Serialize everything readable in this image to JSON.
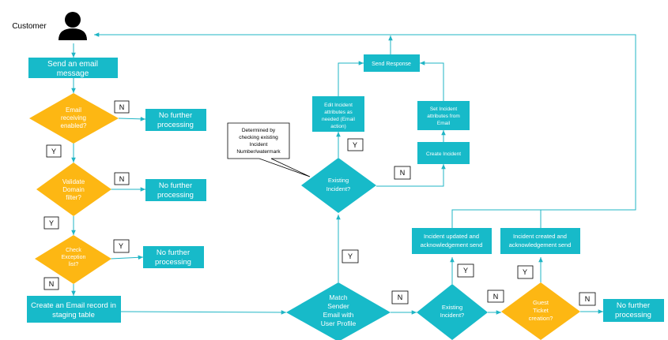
{
  "actor": {
    "label": "Customer"
  },
  "nodes": {
    "send_email": [
      "Send an email",
      "message"
    ],
    "email_enabled": [
      "Email",
      "receiving",
      "enabled?"
    ],
    "validate_domain": [
      "Validate",
      "Domain",
      "filter?"
    ],
    "check_exception": [
      "Check",
      "Exception",
      "list?"
    ],
    "create_record": [
      "Create an Email record in",
      "staging table"
    ],
    "no_further_1": [
      "No further",
      "processing"
    ],
    "no_further_2": [
      "No further",
      "processing"
    ],
    "no_further_3": [
      "No further",
      "processing"
    ],
    "no_further_4": [
      "No further",
      "processing"
    ],
    "match_sender": [
      "Match",
      "Sender",
      "Email with",
      "User Profile"
    ],
    "existing_incident_top": [
      "Existing",
      "Incident?"
    ],
    "existing_incident_bottom": [
      "Existing",
      "Incident?"
    ],
    "guest_ticket": [
      "Guest",
      "Ticket",
      "creation?"
    ],
    "edit_incident": [
      "Edit Incident",
      "attributes as",
      "needed (Email",
      "action)"
    ],
    "send_response": [
      "Send Response"
    ],
    "set_incident": [
      "Set Incident",
      "attributes from",
      "Email"
    ],
    "create_incident": [
      "Create Incident"
    ],
    "incident_updated": [
      "Incident updated and",
      "acknowledgement send"
    ],
    "incident_created": [
      "Incident created and",
      "acknowledgement send"
    ],
    "callout": [
      "Determined by",
      "checking existing",
      "Incident",
      "Number/watermark"
    ]
  },
  "decisions": {
    "n_email": "N",
    "y_email": "Y",
    "n_domain": "N",
    "y_domain": "Y",
    "y_exception": "Y",
    "n_exception": "N",
    "y_match": "Y",
    "n_match": "N",
    "y_exist_top": "Y",
    "n_exist_top": "N",
    "y_exist_bottom": "Y",
    "n_exist_bottom": "N",
    "y_guest": "Y",
    "n_guest": "N"
  },
  "colors": {
    "process": "#17bac9",
    "decision": "#fdb713",
    "connector": "#1fb5c5"
  },
  "icons": {
    "actor": "person-icon"
  }
}
